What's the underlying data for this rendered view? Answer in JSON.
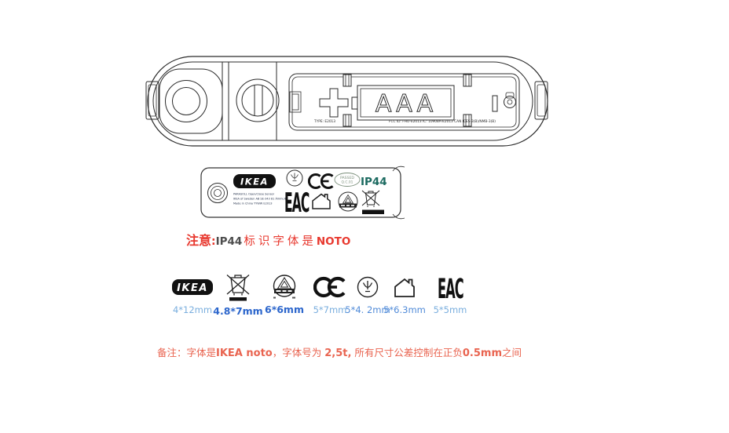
{
  "colors": {
    "line": "#2b2b2b",
    "note_red": "#e8392f",
    "note_orange": "#e96450",
    "ip44_teal": "#1b6a60",
    "stamp_green": "#7d917d",
    "dim_light_blue": "#79aede",
    "dim_strong_blue": "#2c66cc",
    "dim_medium_blue": "#4f8ad8"
  },
  "device": {
    "battery_size": "AAA",
    "type_text": "TYPE: E2013",
    "reg_text": "FCC ID: FHO-E2013    IC: 10908A-E2013    CAN ICES-3(B)/NMB-3(B)"
  },
  "label": {
    "brand": "IKEA",
    "product_line1": "PARASOLL Open/Close Sensor",
    "product_line2": "IKEA of Sweden AB SE-343 81 Älmhult",
    "product_line3": "Made in China YYWW E2013",
    "eac_text": "EAC",
    "ip_rating": "IP44",
    "stamp_top": "PASSED",
    "stamp_bottom": "Q.C.01"
  },
  "ip44_note": {
    "prefix": "注意",
    "colon": ":",
    "code": "IP44",
    "middle": "标识字体是",
    "font_name": "NOTO"
  },
  "symbols": [
    {
      "id": "ikea-logo",
      "text": "IKEA",
      "dimension": "4*12mm",
      "color": "#79aede"
    },
    {
      "id": "weee-bin",
      "dimension": "4.8*7mm",
      "color": "#2c66cc"
    },
    {
      "id": "safety-mark",
      "dimension": "6*6mm",
      "color": "#2c66cc"
    },
    {
      "id": "ce-mark",
      "dimension": "5*7mm",
      "color": "#79aede"
    },
    {
      "id": "trident-mark",
      "dimension": "5*4. 2mm",
      "color": "#4f8ad8"
    },
    {
      "id": "indoor-use-house",
      "dimension": "5*6.3mm",
      "color": "#4f8ad8"
    },
    {
      "id": "eac-mark",
      "text": "EAC",
      "dimension": "5*5mm",
      "color": "#79aede"
    }
  ],
  "footer_note": {
    "part1": "备注：字体是",
    "bold1": "IKEA noto",
    "part2": "，字体号为 ",
    "bold2": "2,5t,",
    "part3": " 所有尺寸公差控制在正负",
    "bold3": "0.5mm",
    "part4": "之间"
  }
}
